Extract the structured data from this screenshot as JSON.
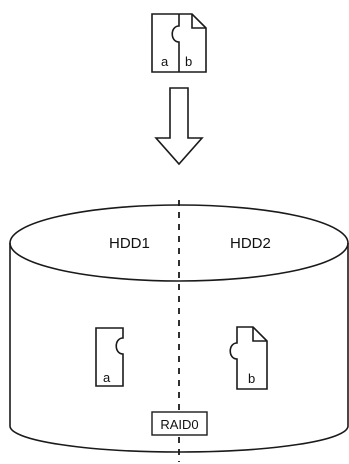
{
  "file": {
    "left_label": "a",
    "right_label": "b"
  },
  "disk": {
    "left_label": "HDD1",
    "right_label": "HDD2",
    "raid_label": "RAID0",
    "piece_a_label": "a",
    "piece_b_label": "b"
  }
}
